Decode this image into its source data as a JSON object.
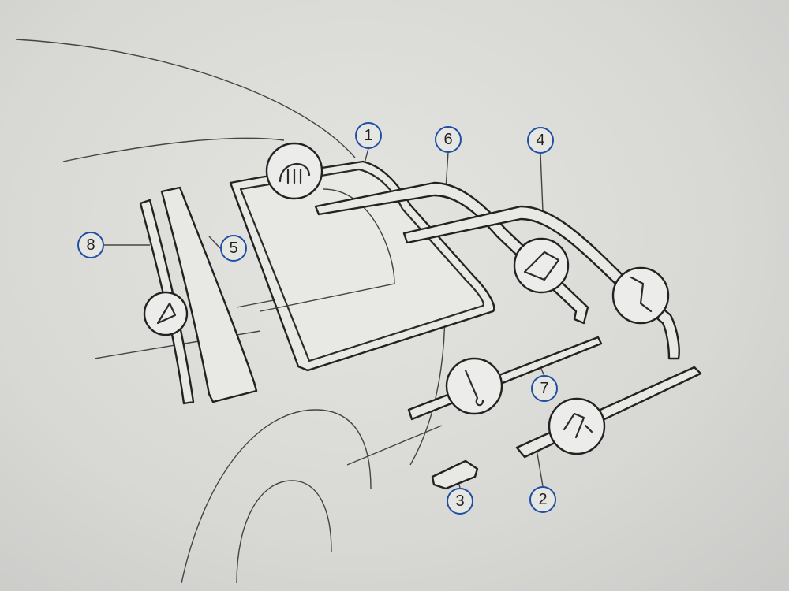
{
  "diagram": {
    "callouts": [
      {
        "number": "1"
      },
      {
        "number": "6"
      },
      {
        "number": "4"
      },
      {
        "number": "8"
      },
      {
        "number": "5"
      },
      {
        "number": "7"
      },
      {
        "number": "3"
      },
      {
        "number": "2"
      }
    ],
    "callout_color": "#1f4fa3"
  }
}
